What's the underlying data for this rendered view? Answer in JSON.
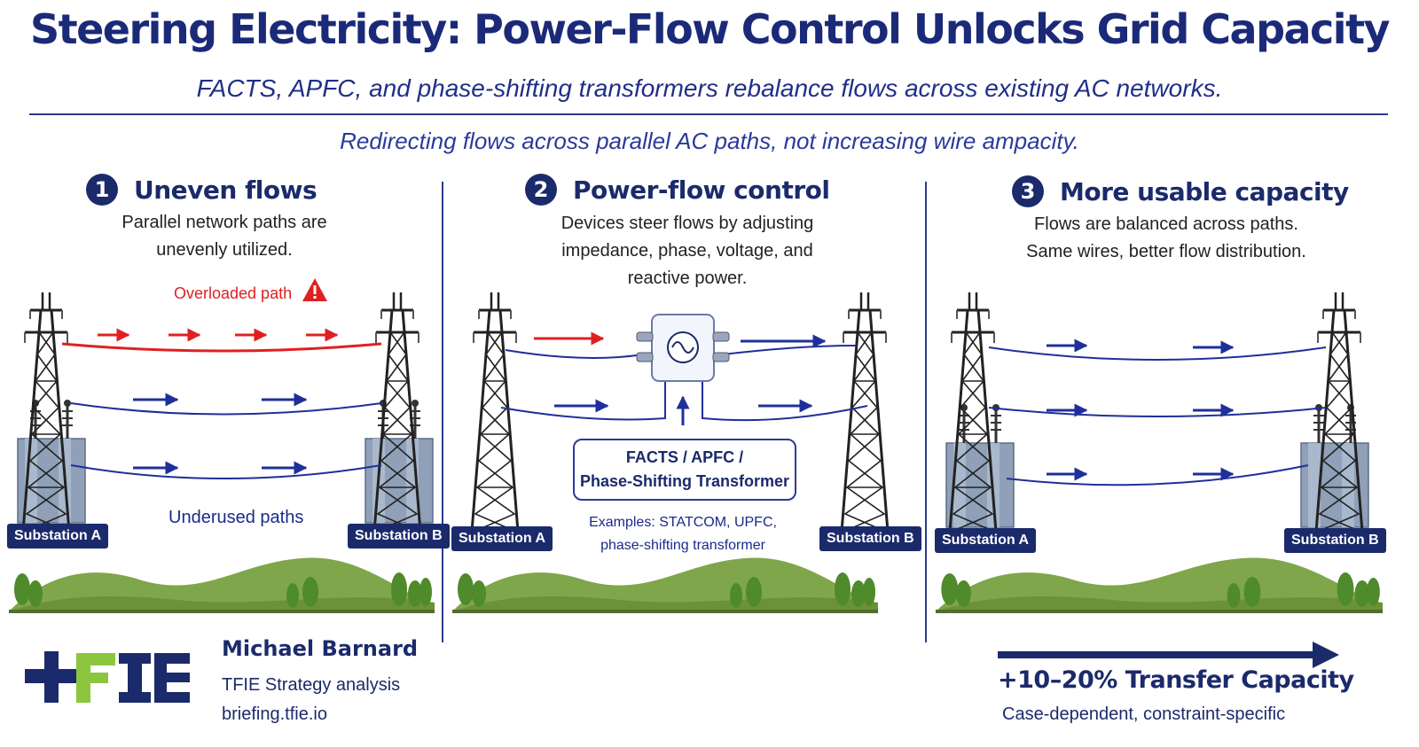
{
  "header": {
    "title": "Steering Electricity: Power-Flow Control Unlocks Grid Capacity",
    "subtitle": "FACTS, APFC, and phase-shifting transformers rebalance flows across existing AC networks.",
    "tagline": "Redirecting flows across parallel AC paths, not increasing wire ampacity."
  },
  "panels": [
    {
      "number": "1",
      "title": "Uneven flows",
      "desc": [
        "Parallel network paths are",
        "unevenly utilized."
      ],
      "overloaded_label": "Overloaded path",
      "underused_label": "Underused paths",
      "substation_a": "Substation A",
      "substation_b": "Substation B"
    },
    {
      "number": "2",
      "title": "Power-flow control",
      "desc": [
        "Devices steer flows by adjusting",
        "impedance, phase, voltage, and",
        "reactive power."
      ],
      "device_label": [
        "FACTS / APFC /",
        "Phase-Shifting Transformer"
      ],
      "examples": [
        "Examples: STATCOM, UPFC,",
        "phase-shifting transformer"
      ],
      "substation_a": "Substation A",
      "substation_b": "Substation B"
    },
    {
      "number": "3",
      "title": "More usable capacity",
      "desc": [
        "Flows are balanced across paths.",
        "Same wires, better flow distribution."
      ],
      "substation_a": "Substation A",
      "substation_b": "Substation B"
    }
  ],
  "footer": {
    "logo_text": "TFIE",
    "author": "Michael Barnard",
    "org": "TFIE Strategy analysis",
    "site": "briefing.tfie.io",
    "impact": "+10–20% Transfer Capacity",
    "impact_note": "Case-dependent, constraint-specific"
  },
  "colors": {
    "navy": "#1b2a6b",
    "line_blue": "#1f2f9a",
    "overload_red": "#e02020",
    "hill_green": "#7fa64a",
    "logo_green": "#8cc63f"
  }
}
